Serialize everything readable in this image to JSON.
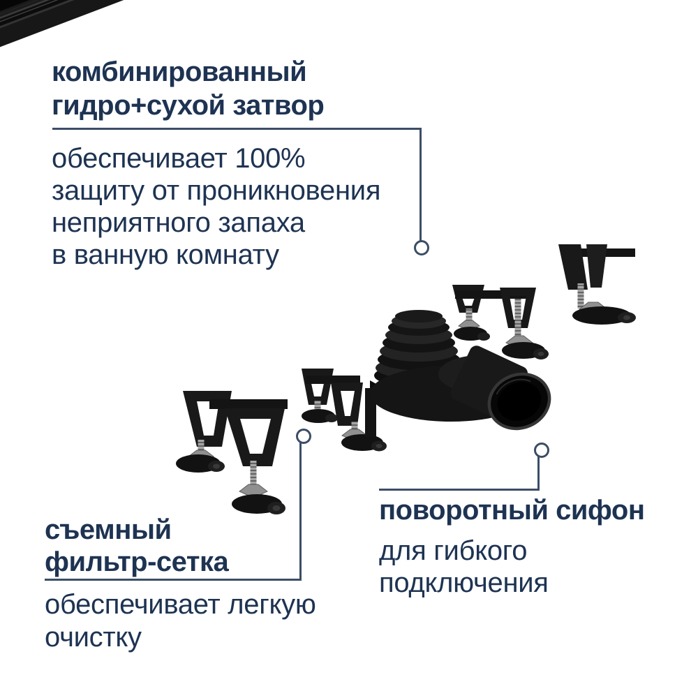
{
  "colors": {
    "background": "#ffffff",
    "text": "#1e3352",
    "callout_line": "#3c4d66",
    "product_dark": "#1a1a1a",
    "metal_gray": "#a6a6a6"
  },
  "callouts": {
    "seal": {
      "title": "комбинированный\nгидро+сухой затвор",
      "body": "обеспечивает 100%\nзащиту от проникновения\nнеприятного запаха\nв ванную комнату"
    },
    "filter": {
      "title": "съемный\nфильтр-сетка",
      "body": "обеспечивает легкую\nочистку"
    },
    "siphon": {
      "title": "поворотный сифон",
      "body": "для гибкого\nподключения"
    }
  }
}
